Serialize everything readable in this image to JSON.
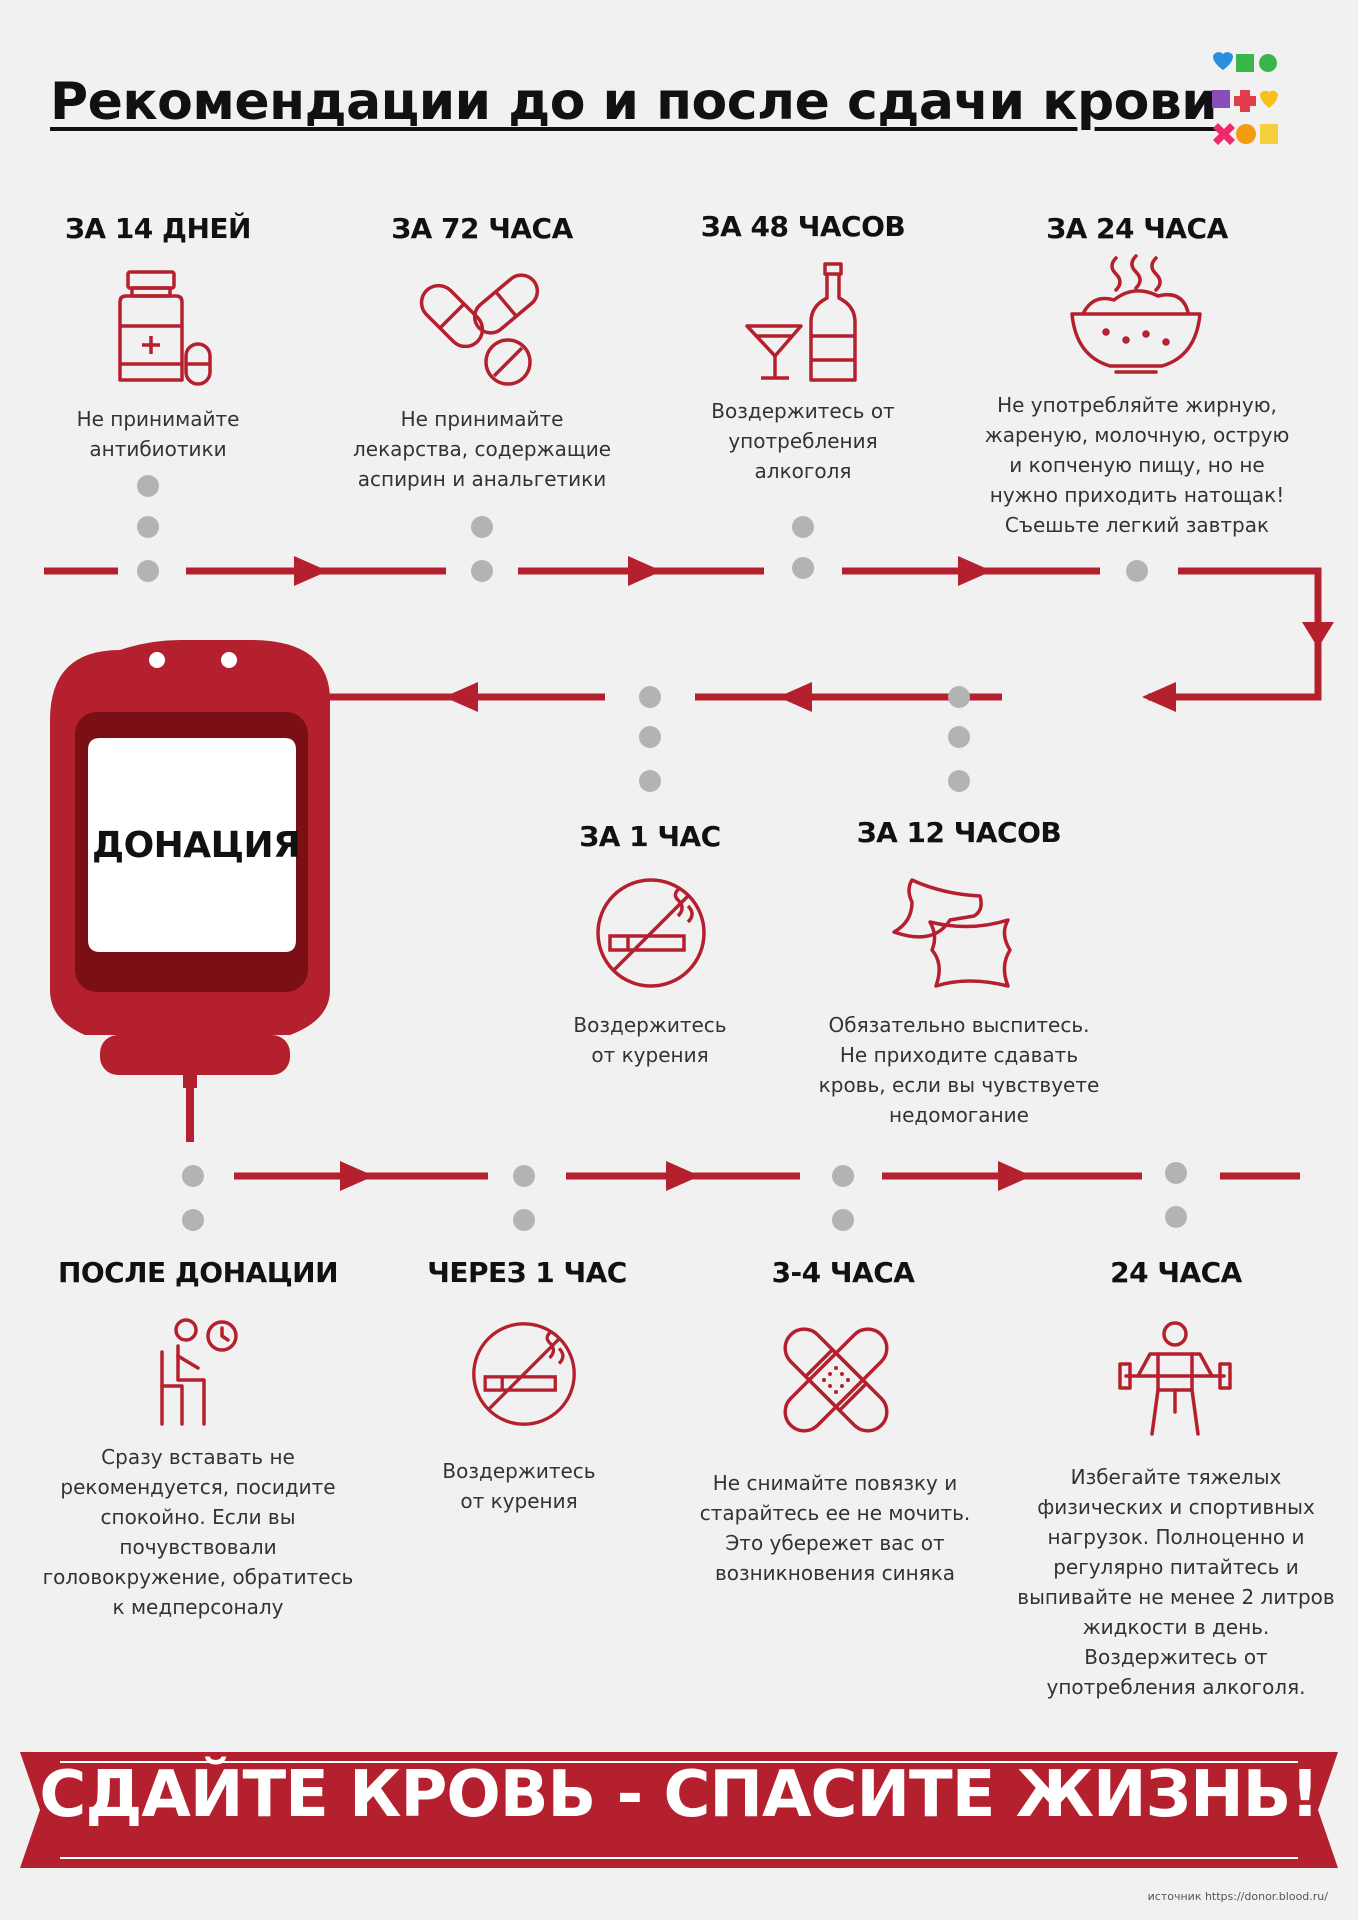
{
  "title": "Рекомендации до и после сдачи крови",
  "colors": {
    "accent": "#b5202e",
    "accent_dark": "#8e1219",
    "dot": "#b3b3b3",
    "background": "#f2f1f1"
  },
  "logo": {
    "icon": "donor-logo-icon",
    "tile_colors": [
      "#2b8fe0",
      "#3ab54a",
      "#8a4cb8",
      "#e23d4c",
      "#f6c21a",
      "#4bb8e8",
      "#ee2a6c",
      "#f39c12",
      "#f4d03f"
    ]
  },
  "donation": {
    "label": "ДОНАЦИЯ",
    "icon": "blood-bag-icon"
  },
  "before_top": [
    {
      "heading": "ЗА 14 ДНЕЙ",
      "text": "Не принимайте\nантибиотики",
      "icon": "pill-bottle-icon"
    },
    {
      "heading": "ЗА 72 ЧАСА",
      "text": "Не принимайте\nлекарства, содержащие\nаспирин и анальгетики",
      "icon": "pills-icon"
    },
    {
      "heading": "ЗА 48 ЧАСОВ",
      "text": "Воздержитесь от\nупотребления\nалкоголя",
      "icon": "alcohol-icon"
    },
    {
      "heading": "ЗА 24 ЧАСА",
      "text": "Не употребляйте жирную,\nжареную, молочную, острую\nи копченую пищу, но не\nнужно приходить натощак!\nСъешьте легкий завтрак",
      "icon": "food-bowl-icon"
    }
  ],
  "before_middle": [
    {
      "heading": "ЗА 1 ЧАС",
      "text": "Воздержитесь\nот курения",
      "icon": "no-smoking-icon"
    },
    {
      "heading": "ЗА 12 ЧАСОВ",
      "text": "Обязательно выспитесь.\nНе приходите сдавать\nкровь, если вы чувствуете\nнедомогание",
      "icon": "pillows-icon"
    }
  ],
  "after": [
    {
      "heading": "ПОСЛЕ ДОНАЦИИ",
      "text": "Сразу вставать не\nрекомендуется, посидите\nспокойно. Если вы\nпочувствовали\nголовокружение, обратитесь\nк медперсоналу",
      "icon": "sitting-person-clock-icon"
    },
    {
      "heading": "ЧЕРЕЗ 1 ЧАС",
      "text": "Воздержитесь\nот курения",
      "icon": "no-smoking-icon"
    },
    {
      "heading": "3-4 ЧАСА",
      "text": "Не снимайте повязку и\nстарайтесь ее не мочить.\nЭто убережет вас от\nвозникновения синяка",
      "icon": "bandage-icon"
    },
    {
      "heading": "24 ЧАСА",
      "text": "Избегайте тяжелых\nфизических и спортивных\nнагрузок. Полноценно и\nрегулярно питайтесь и\nвыпивайте не менее 2 литров\nжидкости в день.\nВоздержитесь от\nупотребления алкоголя.",
      "icon": "weightlifter-icon"
    }
  ],
  "footer": {
    "slogan": "СДАЙТЕ КРОВЬ - СПАСИТЕ ЖИЗНЬ!",
    "source": "источник https://donor.blood.ru/"
  }
}
